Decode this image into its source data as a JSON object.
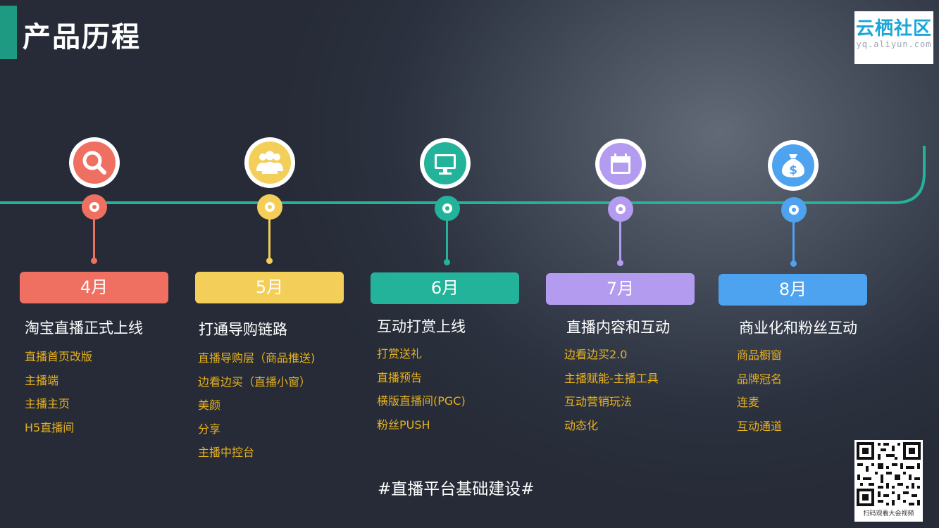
{
  "page": {
    "title": "产品历程"
  },
  "logo": {
    "main": "云栖社区",
    "sub": "yq.aliyun.com"
  },
  "milestones": [
    {
      "month": "4月",
      "heading": "淘宝直播正式上线",
      "icon": "search-icon",
      "color": "#ef6f61",
      "items": [
        "直播首页改版",
        "主播端",
        "主播主页",
        "H5直播间"
      ]
    },
    {
      "month": "5月",
      "heading": "打通导购链路",
      "icon": "users-icon",
      "color": "#f3cf5a",
      "items": [
        "直播导购层（商品推送)",
        "边看边买（直播小窗）",
        "美颜",
        "分享",
        "主播中控台"
      ]
    },
    {
      "month": "6月",
      "heading": "互动打赏上线",
      "icon": "monitor-icon",
      "color": "#23b39a",
      "items": [
        "打赏送礼",
        "直播预告",
        "横版直播间(PGC)",
        "粉丝PUSH"
      ]
    },
    {
      "month": "7月",
      "heading": "直播内容和互动",
      "icon": "calendar-icon",
      "color": "#b39cf0",
      "items": [
        "边看边买2.0",
        "主播赋能-主播工具",
        "互动营销玩法",
        "动态化"
      ]
    },
    {
      "month": "8月",
      "heading": "商业化和粉丝互动",
      "icon": "money-bag-icon",
      "color": "#4da3ef",
      "items": [
        "商品橱窗",
        "品牌冠名",
        "连麦",
        "互动通道"
      ]
    }
  ],
  "footer": {
    "text": "#直播平台基础建设#"
  },
  "qr": {
    "caption": "扫码观看大会视频"
  },
  "colors": {
    "accent": "#1f9a82",
    "timeline": "#23b39a",
    "item_text": "#e8b21e"
  }
}
